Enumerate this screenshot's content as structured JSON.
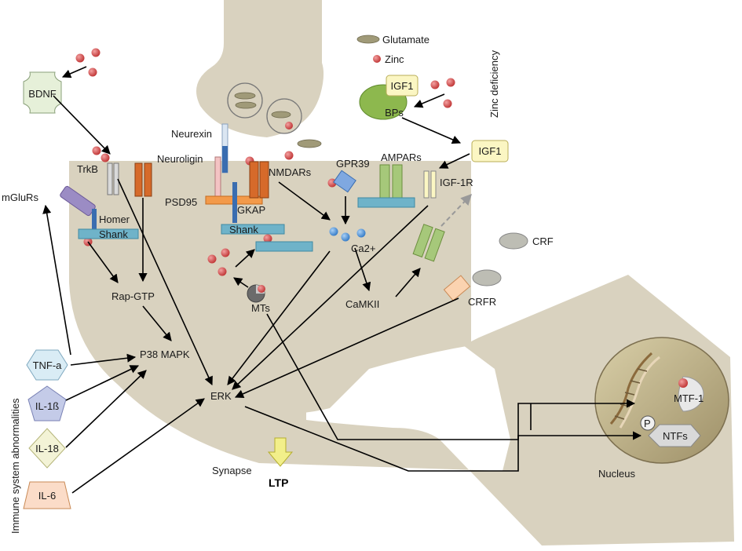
{
  "legend": {
    "glutamate": "Glutamate",
    "zinc": "Zinc"
  },
  "side_labels": {
    "zinc_deficiency": "Zinc deficiency",
    "immune": "Immune system abnormalities"
  },
  "molecules": {
    "bdnf": "BDNF",
    "trkb": "TrkB",
    "mglurs": "mGluRs",
    "homer": "Homer",
    "shank_left": "Shank",
    "neurexin": "Neurexin",
    "neuroligin": "Neuroligin",
    "psd95": "PSD95",
    "gkap": "GKAP",
    "shank_mid": "Shank",
    "nmdars": "NMDARs",
    "gpr39": "GPR39",
    "ampars": "AMPARs",
    "igf1_bp": "IGF1",
    "bps": "BPs",
    "igf1": "IGF1",
    "igf1r": "IGF-1R",
    "ca2": "Ca2+",
    "camkii": "CaMKII",
    "crf": "CRF",
    "crfr": "CRFR",
    "mts": "MTs",
    "rap_gtp": "Rap-GTP",
    "p38": "P38 MAPK",
    "erk": "ERK",
    "synapse": "Synapse",
    "ltp": "LTP",
    "nucleus": "Nucleus",
    "mtf1": "MTF-1",
    "p": "P",
    "ntfs": "NTFs"
  },
  "cytokines": {
    "tnf": "TNF-a",
    "il1b": "IL-1ß",
    "il18": "IL-18",
    "il6": "IL-6"
  },
  "colors": {
    "cell": "#d9d2bf",
    "nucleus": "#b8ab87",
    "zinc": "#d65a5a",
    "igf": "#fbf6c3",
    "green": "#8db84e"
  }
}
